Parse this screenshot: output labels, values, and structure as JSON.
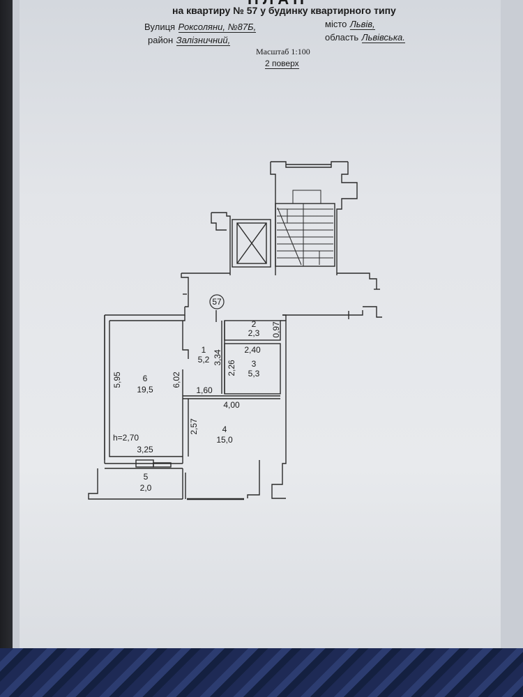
{
  "header": {
    "title_partial": "ПЛАН",
    "apartment_prefix": "на квартиру",
    "apartment_no": "№ 57 у",
    "building_type": "будинку квартирного типу",
    "street_label": "Вулиця",
    "street_value": "Роксоляни, №87Б,",
    "city_label": "місто",
    "city_value": "Львів,",
    "district_label": "район",
    "district_value": "Залізничний,",
    "region_label": "область",
    "region_value": "Львівська.",
    "scale": "Масштаб 1:100",
    "floor": "2 поверх"
  },
  "plan": {
    "apartment_marker": "57",
    "rooms": [
      {
        "number": "1",
        "area": "5,2"
      },
      {
        "number": "2",
        "area": "2,3"
      },
      {
        "number": "3",
        "area": "5,3"
      },
      {
        "number": "4",
        "area": "15,0"
      },
      {
        "number": "5",
        "area": "2,0"
      },
      {
        "number": "6",
        "area": "19,5"
      }
    ],
    "dimensions": {
      "room6_height": "5,95",
      "room6_width_right": "6,02",
      "ceiling": "h=2,70",
      "room6_bottom": "3,25",
      "room1_depth": "3,34",
      "room1_width": "1,60",
      "room2_side": "0,97",
      "room3_width": "2,40",
      "room3_depth": "2,26",
      "room4_width": "4,00",
      "room4_depth": "2,57"
    }
  }
}
